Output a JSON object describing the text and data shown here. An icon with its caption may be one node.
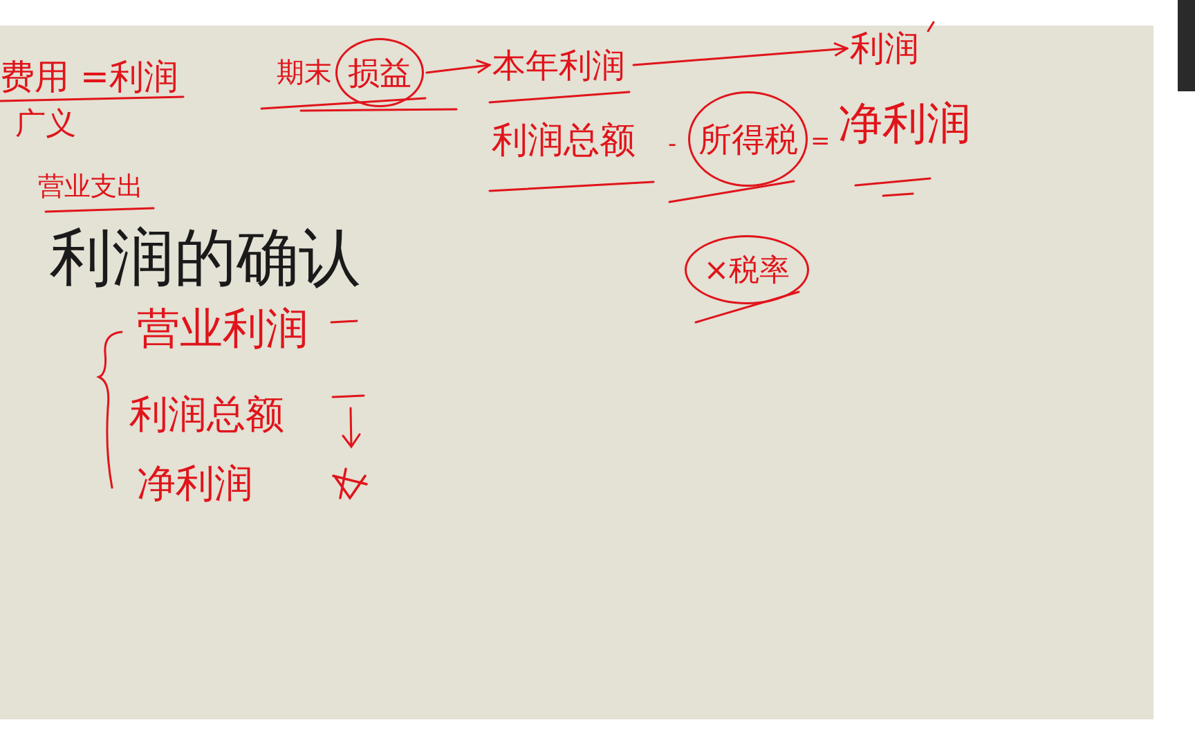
{
  "diagram": {
    "title": "利润的确认",
    "nodes": [
      {
        "text": [
          "损益"
        ]
      },
      {
        "text": [
          "本年利润"
        ]
      },
      {
        "text": [
          "利润"
        ]
      },
      {
        "text": [
          "所得税"
        ],
        "beside": [
          "-",
          "="
        ]
      },
      {
        "text": [
          "×税率"
        ]
      }
    ],
    "edges": [
      {
        "from": 0,
        "to": 1,
        "arrow": "to"
      },
      {
        "from": 1,
        "to": 2,
        "arrow": "to"
      }
    ],
    "labels": [
      "费用 =利润",
      "广义",
      "营业支出",
      "期末",
      "利润总额",
      "净利润",
      "营业利润",
      "利润总额",
      "净利润"
    ]
  }
}
